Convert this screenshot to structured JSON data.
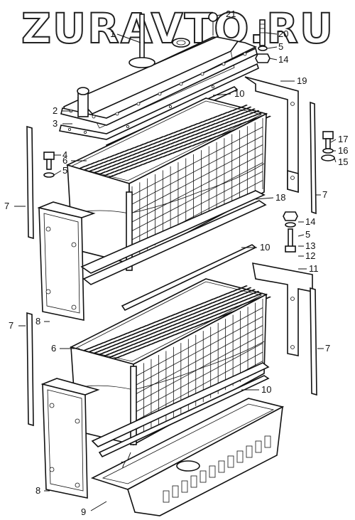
{
  "watermark": {
    "text": "ZURAVTO.RU"
  },
  "diagram": {
    "callouts": [
      {
        "id": "c1",
        "text": "1"
      },
      {
        "id": "c21",
        "text": "21"
      },
      {
        "id": "c20",
        "text": "20"
      },
      {
        "id": "c5a",
        "text": "5"
      },
      {
        "id": "c14a",
        "text": "14"
      },
      {
        "id": "c19",
        "text": "19"
      },
      {
        "id": "c10a",
        "text": "10"
      },
      {
        "id": "c2",
        "text": "2"
      },
      {
        "id": "c3",
        "text": "3"
      },
      {
        "id": "c6a",
        "text": "6"
      },
      {
        "id": "c4",
        "text": "4"
      },
      {
        "id": "c5b",
        "text": "5"
      },
      {
        "id": "c7a",
        "text": "7"
      },
      {
        "id": "c17",
        "text": "17"
      },
      {
        "id": "c16",
        "text": "16"
      },
      {
        "id": "c15",
        "text": "15"
      },
      {
        "id": "c7b",
        "text": "7"
      },
      {
        "id": "c18",
        "text": "18"
      },
      {
        "id": "c14b",
        "text": "14"
      },
      {
        "id": "c5c",
        "text": "5"
      },
      {
        "id": "c13",
        "text": "13"
      },
      {
        "id": "c12",
        "text": "12"
      },
      {
        "id": "c10b",
        "text": "10"
      },
      {
        "id": "c11",
        "text": "11"
      },
      {
        "id": "c8a",
        "text": "8"
      },
      {
        "id": "c7c",
        "text": "7"
      },
      {
        "id": "c6b",
        "text": "6"
      },
      {
        "id": "c7d",
        "text": "7"
      },
      {
        "id": "c10c",
        "text": "10"
      },
      {
        "id": "c7e",
        "text": "7"
      },
      {
        "id": "c8b",
        "text": "8"
      },
      {
        "id": "c9",
        "text": "9"
      }
    ]
  }
}
